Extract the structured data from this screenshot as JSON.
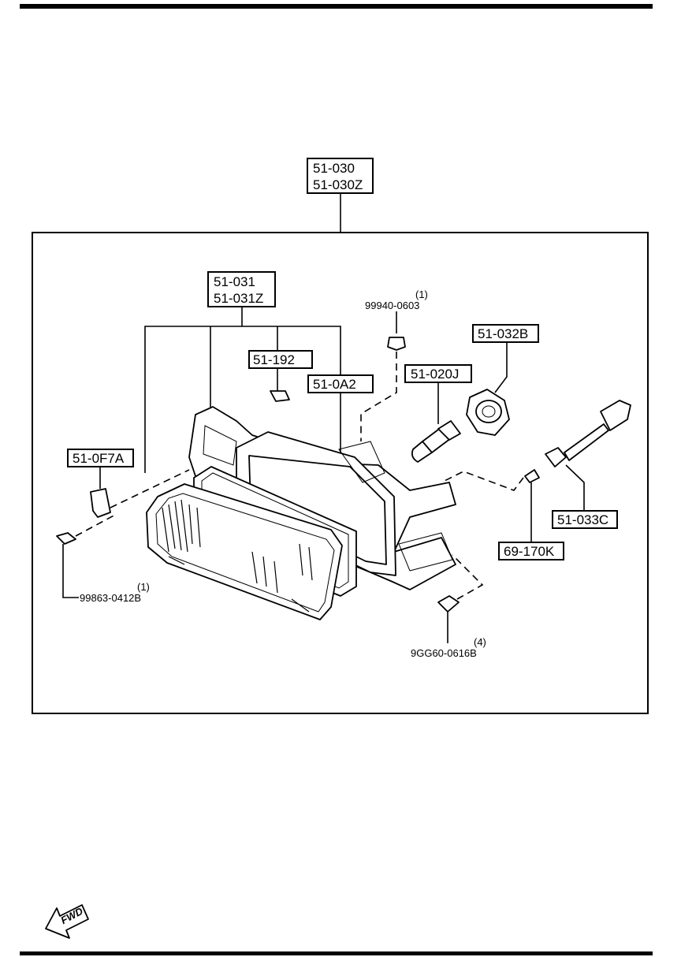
{
  "assembly": {
    "line1": "51-030",
    "line2": "51-030Z"
  },
  "unit": {
    "line1": "51-031",
    "line2": "51-031Z"
  },
  "parts": {
    "p51_192": "51-192",
    "p51_0a2": "51-0A2",
    "p51_020j": "51-020J",
    "p51_032b": "51-032B",
    "p51_0f7a": "51-0F7A",
    "p51_033c": "51-033C",
    "p69_170k": "69-170K"
  },
  "fasteners": {
    "nut": {
      "qty": "(1)",
      "number": "99940-0603"
    },
    "screw": {
      "qty": "(1)",
      "number": "99863-0412B"
    },
    "bolt": {
      "qty": "(4)",
      "number": "9GG60-0616B"
    }
  },
  "fwd_arrow": {
    "label": "FWD"
  }
}
